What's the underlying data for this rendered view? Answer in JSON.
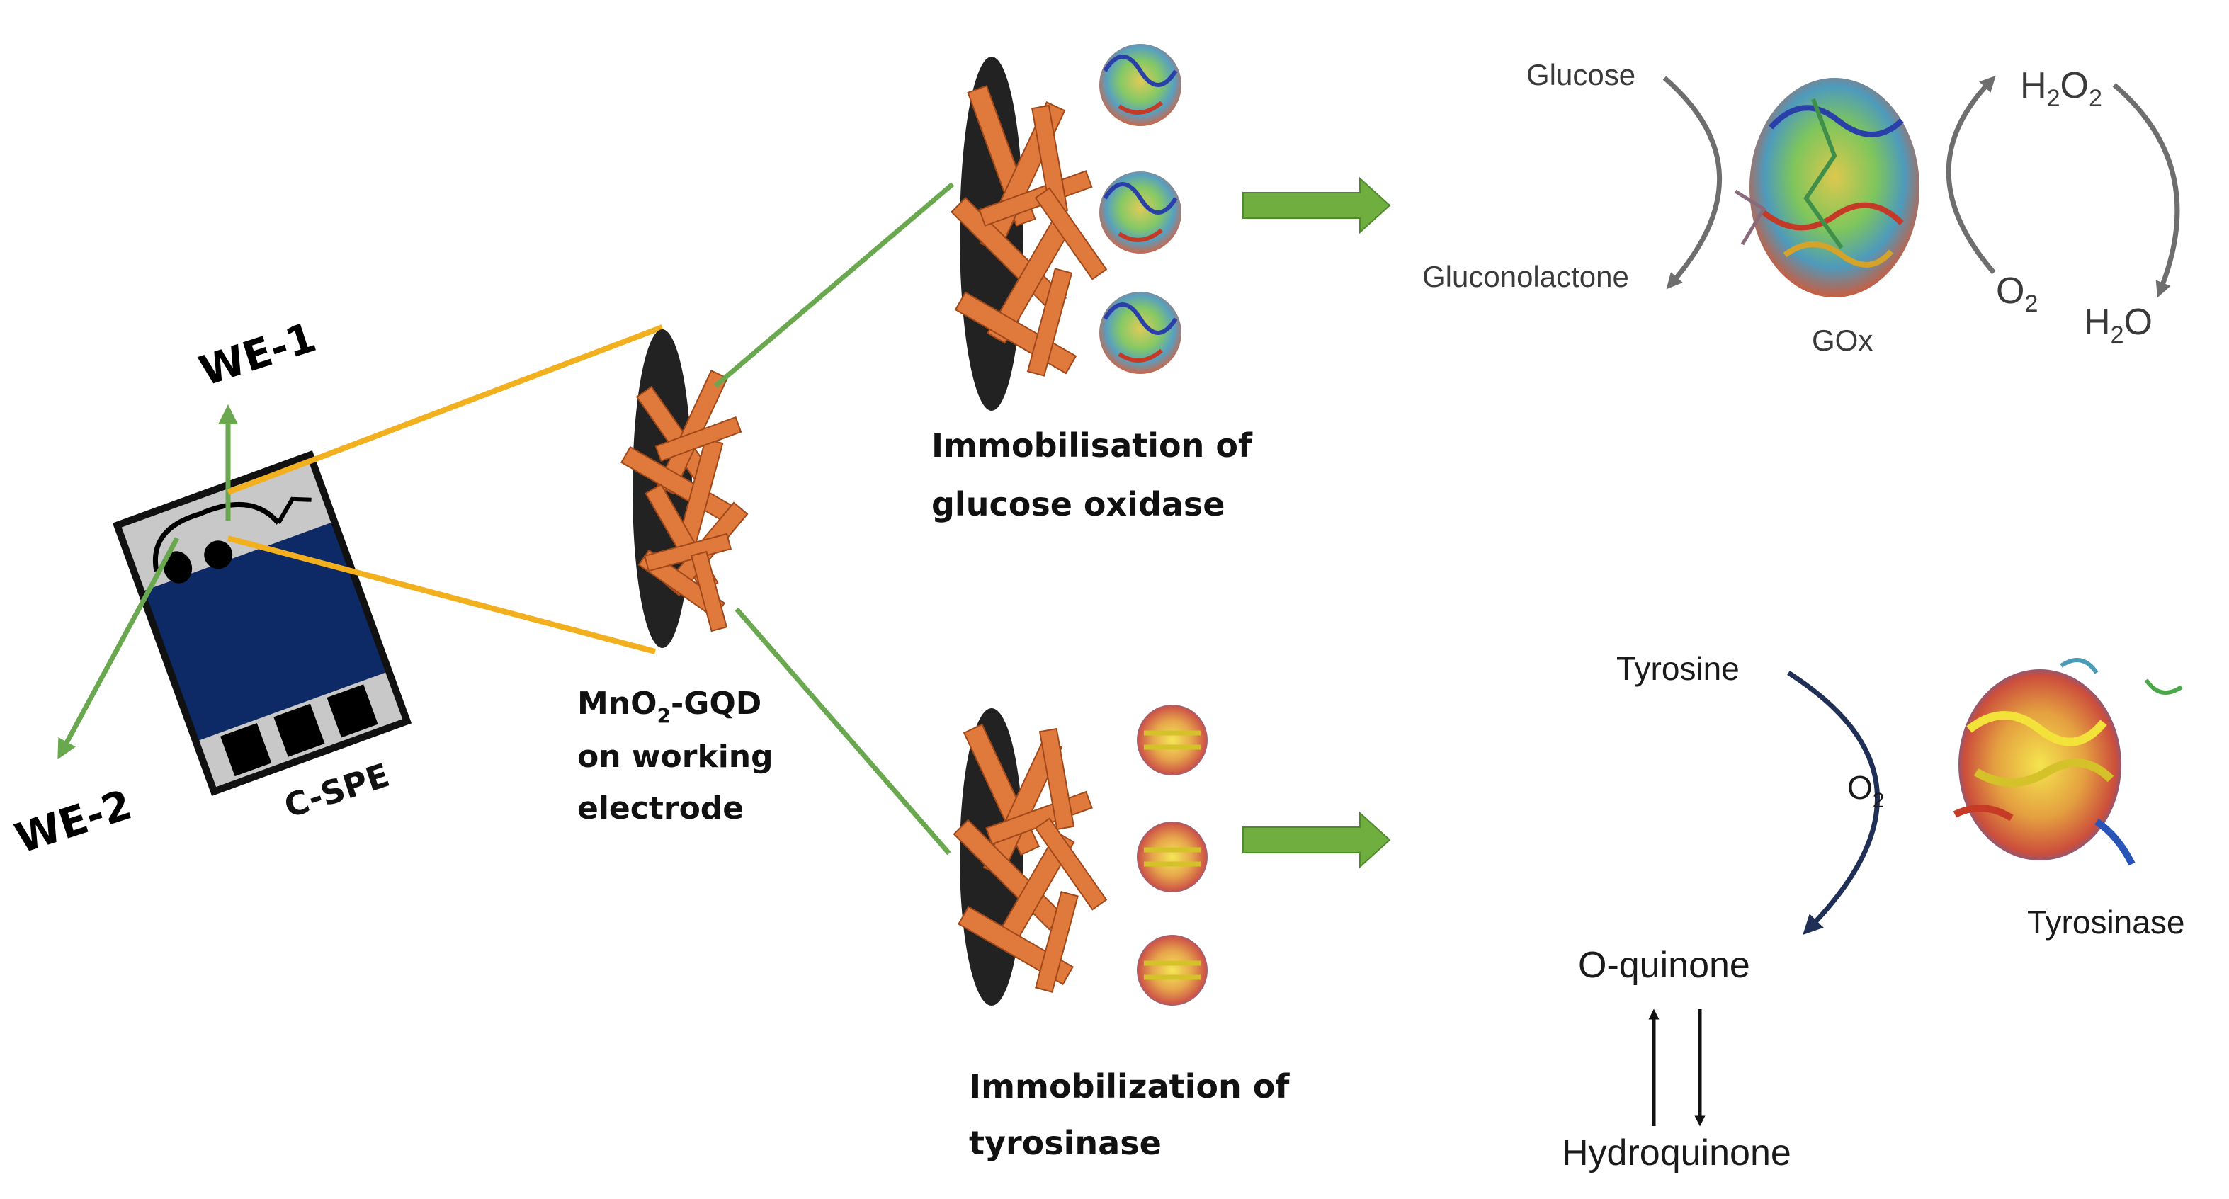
{
  "labels": {
    "we1": "WE-1",
    "we2": "WE-2",
    "cspe": "C-SPE",
    "mno2_prefix": "MnO",
    "mno2_sub": "2",
    "mno2_suffix": "-GQD",
    "working_line2": "on working",
    "working_line3": "electrode",
    "gox_immob_line1": "Immobilisation of",
    "gox_immob_line2": "glucose oxidase",
    "tyr_immob_line1": "Immobilization of",
    "tyr_immob_line2": "tyrosinase"
  },
  "gox_reaction": {
    "substrate": "Glucose",
    "product": "Gluconolactone",
    "enzyme": "GOx",
    "h2o2_a": "H",
    "h2o2_sub1": "2",
    "h2o2_b": "O",
    "h2o2_sub2": "2",
    "o2_a": "O",
    "o2_sub": "2",
    "h2o_a": "H",
    "h2o_sub": "2",
    "h2o_b": "O"
  },
  "tyr_reaction": {
    "substrate": "Tyrosine",
    "o2_a": "O",
    "o2_sub": "2",
    "product": "O-quinone",
    "reduced": "Hydroquinone",
    "enzyme": "Tyrosinase"
  },
  "colors": {
    "electrode_blue": "#0d2a66",
    "electrode_gray": "#c8c8c8",
    "orange_rod": "#e07a3c",
    "rod_edge": "#a0481a",
    "green_line": "#6aa84f",
    "yellow_line": "#f2b01e",
    "green_arrow": "#6fae3f",
    "dark_arrow": "#1f2f55",
    "gray_arrow": "#6e6e6e"
  },
  "icons": {
    "enzyme_gox": "protein-ribbon-gox",
    "enzyme_tyr": "protein-ribbon-tyrosinase"
  }
}
